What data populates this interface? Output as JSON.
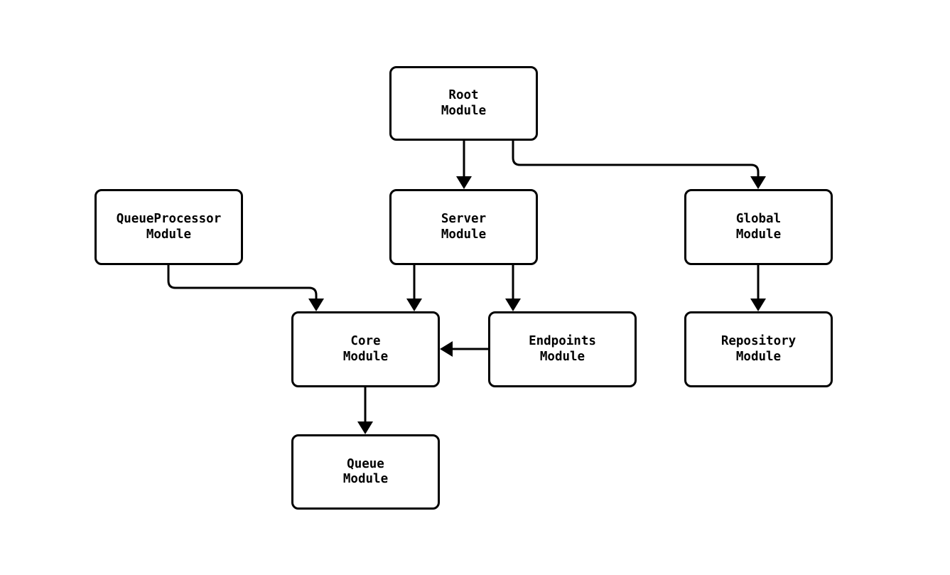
{
  "nodes": {
    "root": {
      "label": "Root\nModule"
    },
    "queueProcessor": {
      "label": "QueueProcessor\nModule"
    },
    "server": {
      "label": "Server\nModule"
    },
    "global": {
      "label": "Global\nModule"
    },
    "core": {
      "label": "Core\nModule"
    },
    "endpoints": {
      "label": "Endpoints\nModule"
    },
    "repository": {
      "label": "Repository\nModule"
    },
    "queue": {
      "label": "Queue\nModule"
    }
  },
  "edges": [
    {
      "from": "Root Module",
      "to": "Server Module"
    },
    {
      "from": "Root Module",
      "to": "Global Module"
    },
    {
      "from": "QueueProcessor Module",
      "to": "Core Module"
    },
    {
      "from": "Server Module",
      "to": "Core Module"
    },
    {
      "from": "Server Module",
      "to": "Endpoints Module"
    },
    {
      "from": "Endpoints Module",
      "to": "Core Module"
    },
    {
      "from": "Core Module",
      "to": "Queue Module"
    },
    {
      "from": "Global Module",
      "to": "Repository Module"
    }
  ],
  "colors": {
    "background": "#ffffff",
    "node_fill": "#ffffff",
    "node_border": "#000000",
    "edge_stroke": "#000000",
    "text": "#000000"
  }
}
